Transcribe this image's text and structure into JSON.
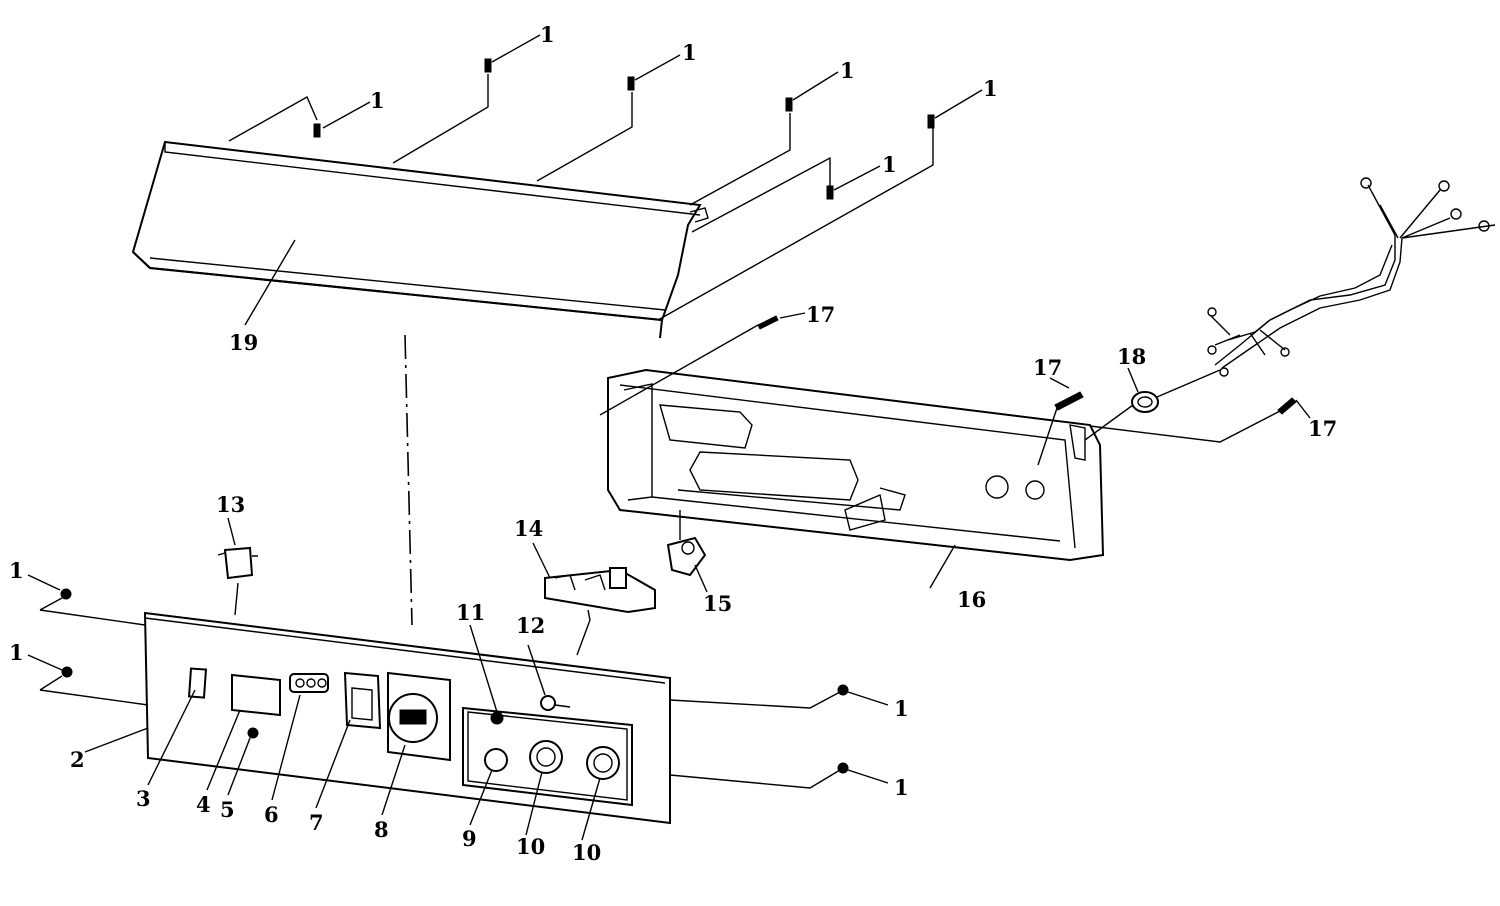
{
  "diagram": {
    "labels": {
      "l1_a": "1",
      "l1_b": "1",
      "l1_c": "1",
      "l1_d": "1",
      "l1_e": "1",
      "l1_f": "1",
      "l1_g": "1",
      "l1_h": "1",
      "l1_i": "1",
      "l1_j": "1",
      "l2": "2",
      "l3": "3",
      "l4": "4",
      "l5": "5",
      "l6": "6",
      "l7": "7",
      "l8": "8",
      "l9": "9",
      "l10_a": "10",
      "l10_b": "10",
      "l11": "11",
      "l12": "12",
      "l13": "13",
      "l14": "14",
      "l15": "15",
      "l16": "16",
      "l17_a": "17",
      "l17_b": "17",
      "l17_c": "17",
      "l18": "18",
      "l19": "19"
    }
  }
}
